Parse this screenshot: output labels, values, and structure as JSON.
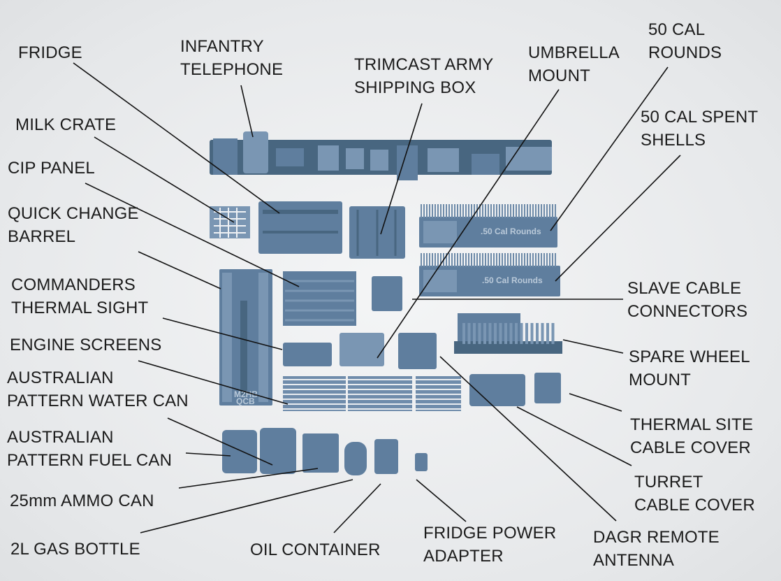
{
  "labels": [
    {
      "id": "fridge",
      "lines": [
        "FRIDGE"
      ]
    },
    {
      "id": "infantry-telephone",
      "lines": [
        "INFANTRY",
        "TELEPHONE"
      ]
    },
    {
      "id": "trimcast-army-shipping-box",
      "lines": [
        "TRIMCAST ARMY",
        "SHIPPING BOX"
      ]
    },
    {
      "id": "umbrella-mount",
      "lines": [
        "UMBRELLA",
        "MOUNT"
      ]
    },
    {
      "id": "50-cal-rounds",
      "lines": [
        "50 CAL",
        "ROUNDS"
      ]
    },
    {
      "id": "milk-crate",
      "lines": [
        "MILK CRATE"
      ]
    },
    {
      "id": "50-cal-spent-shells",
      "lines": [
        "50 CAL SPENT",
        "SHELLS"
      ]
    },
    {
      "id": "cip-panel",
      "lines": [
        "CIP PANEL"
      ]
    },
    {
      "id": "quick-change-barrel",
      "lines": [
        "QUICK CHANGE",
        "BARREL"
      ]
    },
    {
      "id": "commanders-thermal-sight",
      "lines": [
        "COMMANDERS",
        "THERMAL SIGHT"
      ]
    },
    {
      "id": "slave-cable-connectors",
      "lines": [
        "SLAVE CABLE",
        "CONNECTORS"
      ]
    },
    {
      "id": "engine-screens",
      "lines": [
        "ENGINE SCREENS"
      ]
    },
    {
      "id": "spare-wheel-mount",
      "lines": [
        "SPARE WHEEL",
        "MOUNT"
      ]
    },
    {
      "id": "australian-pattern-water-can",
      "lines": [
        "AUSTRALIAN",
        "PATTERN WATER CAN"
      ]
    },
    {
      "id": "thermal-site-cable-cover",
      "lines": [
        "THERMAL SITE",
        "CABLE COVER"
      ]
    },
    {
      "id": "australian-pattern-fuel-can",
      "lines": [
        "AUSTRALIAN",
        "PATTERN FUEL CAN"
      ]
    },
    {
      "id": "turret-cable-cover",
      "lines": [
        "TURRET",
        "CABLE COVER"
      ]
    },
    {
      "id": "25mm-ammo-can",
      "lines": [
        "25mm AMMO CAN"
      ]
    },
    {
      "id": "dagr-remote-antenna",
      "lines": [
        "DAGR REMOTE",
        "ANTENNA"
      ]
    },
    {
      "id": "2l-gas-bottle",
      "lines": [
        "2L GAS BOTTLE"
      ]
    },
    {
      "id": "oil-container",
      "lines": [
        "OIL CONTAINER"
      ]
    },
    {
      "id": "fridge-power-adapter",
      "lines": [
        "FRIDGE POWER",
        "ADAPTER"
      ]
    }
  ],
  "part_markings": {
    "ammo_box_1": ".50 Cal Rounds",
    "ammo_box_2": ".50 Cal Rounds",
    "barrel_stamp_top": "M2HB",
    "barrel_stamp_bottom": "QCB"
  },
  "colors": {
    "resin": "#5f7e9e",
    "resin_light": "#7a96b3",
    "resin_dark": "#486680",
    "background": "#eceeef",
    "text": "#1b1b1b"
  }
}
